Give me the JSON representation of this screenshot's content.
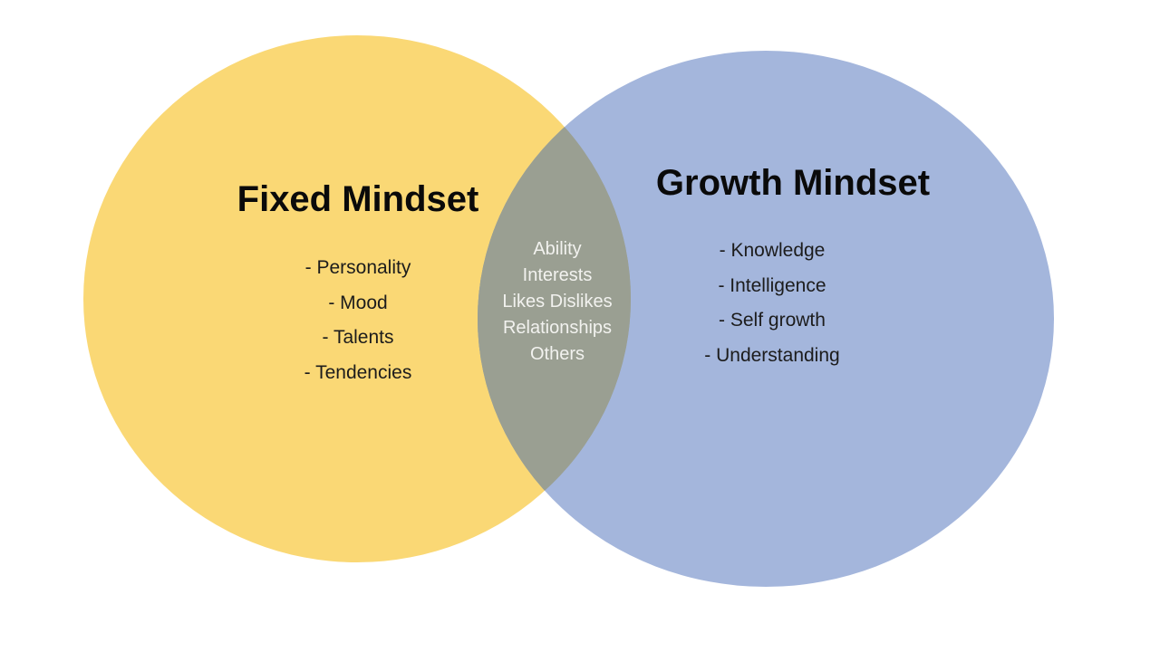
{
  "venn": {
    "left": {
      "title": "Fixed Mindset",
      "items": [
        "- Personality",
        "- Mood",
        "- Talents",
        "- Tendencies"
      ]
    },
    "overlap": {
      "items": [
        "Ability",
        "Interests",
        "Likes Dislikes",
        "Relationships",
        "Others"
      ]
    },
    "right": {
      "title": "Growth Mindset",
      "items": [
        "- Knowledge",
        "- Intelligence",
        "- Self growth",
        "- Understanding"
      ]
    },
    "colors": {
      "left_circle": "#FAD875",
      "right_circle": "#A4B6DC",
      "overlap": "#9A9F92",
      "background": "#FFFFFF",
      "title_text": "#0A0A0A",
      "item_text": "#1C1C1C",
      "overlap_text": "#F2F2EF"
    }
  }
}
